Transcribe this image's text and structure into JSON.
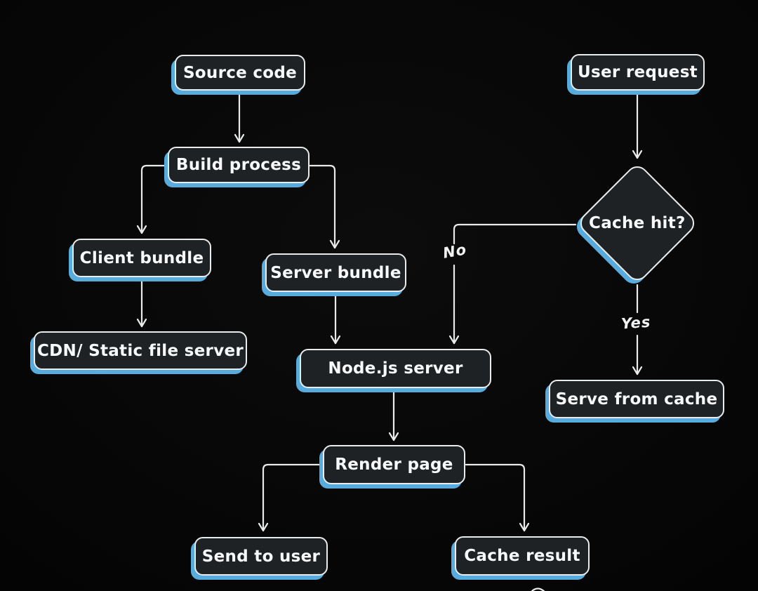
{
  "diagram": {
    "type": "flowchart",
    "colors": {
      "background": "#050505",
      "node_fill": "#1f2224",
      "node_border": "#e9ebec",
      "accent_shadow_blue": "#58acdd",
      "connector_line": "#e8eaeb",
      "text": "#f8f9fa"
    },
    "nodes": {
      "source_code": {
        "label": "Source code",
        "shape": "rounded-rect"
      },
      "build_process": {
        "label": "Build process",
        "shape": "rounded-rect"
      },
      "client_bundle": {
        "label": "Client bundle",
        "shape": "rounded-rect"
      },
      "cdn_static_file_server": {
        "label": "CDN/ Static file server",
        "shape": "rounded-rect"
      },
      "server_bundle": {
        "label": "Server bundle",
        "shape": "rounded-rect"
      },
      "user_request": {
        "label": "User request",
        "shape": "rounded-rect"
      },
      "cache_hit": {
        "label": "Cache hit?",
        "shape": "diamond"
      },
      "nodejs_server": {
        "label": "Node.js server",
        "shape": "rounded-rect"
      },
      "serve_from_cache": {
        "label": "Serve from cache",
        "shape": "rounded-rect"
      },
      "render_page": {
        "label": "Render page",
        "shape": "rounded-rect"
      },
      "send_to_user": {
        "label": "Send to user",
        "shape": "rounded-rect"
      },
      "cache_result": {
        "label": "Cache result",
        "shape": "rounded-rect"
      }
    },
    "edges": [
      {
        "from": "source_code",
        "to": "build_process",
        "label": ""
      },
      {
        "from": "build_process",
        "to": "client_bundle",
        "label": ""
      },
      {
        "from": "build_process",
        "to": "server_bundle",
        "label": ""
      },
      {
        "from": "client_bundle",
        "to": "cdn_static_file_server",
        "label": ""
      },
      {
        "from": "server_bundle",
        "to": "nodejs_server",
        "label": ""
      },
      {
        "from": "user_request",
        "to": "cache_hit",
        "label": ""
      },
      {
        "from": "cache_hit",
        "to": "nodejs_server",
        "label": "No"
      },
      {
        "from": "cache_hit",
        "to": "serve_from_cache",
        "label": "Yes"
      },
      {
        "from": "nodejs_server",
        "to": "render_page",
        "label": ""
      },
      {
        "from": "render_page",
        "to": "send_to_user",
        "label": ""
      },
      {
        "from": "render_page",
        "to": "cache_result",
        "label": ""
      }
    ]
  }
}
